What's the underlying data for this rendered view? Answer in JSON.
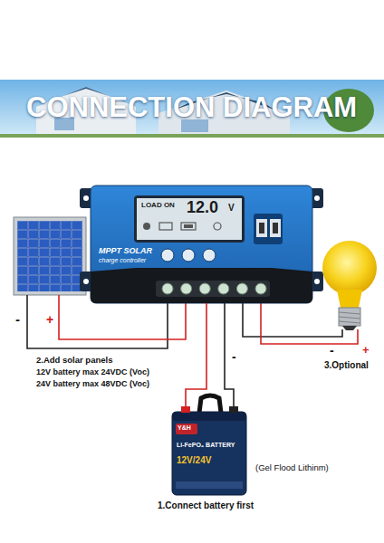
{
  "diagram": {
    "title": "CONNECTION DIAGRAM",
    "nodes": [
      {
        "text": [
          "LOAD ON",
          "12.0",
          "V",
          "MPPT SOLAR",
          "charge controller"
        ]
      },
      {
        "text": [
          "Y&H",
          "Li-FePO₄ BATTERY",
          "12V/24V"
        ]
      }
    ],
    "edges": [
      {
        "from": 0,
        "to": 1,
        "arrow": "none"
      },
      {
        "from": 0,
        "to": 1,
        "arrow": "none"
      }
    ],
    "labels": [
      "-",
      "+",
      "2.Add solar panels",
      "12V battery max 24VDC (Voc)",
      "24V battery max 48VDC (Voc)",
      "-",
      "+",
      "3.Optional",
      "-",
      "(Gel Flood Lithinm)",
      "1.Connect battery first"
    ]
  }
}
